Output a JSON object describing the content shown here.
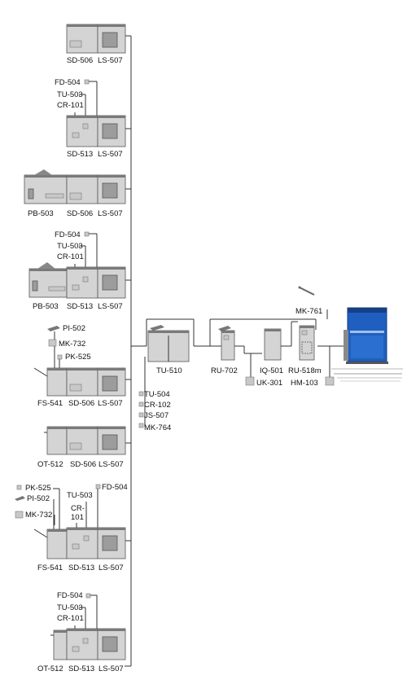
{
  "colors": {
    "printer_body": "#1f5fbf",
    "printer_dark": "#163f86",
    "line": "#333333",
    "unit_gray": "#d4d4d4"
  },
  "left_configurations": [
    {
      "labels": [
        "SD-506",
        "LS-507"
      ],
      "callouts": []
    },
    {
      "labels": [
        "SD-513",
        "LS-507"
      ],
      "callouts": [
        "FD-504",
        "TU-503",
        "CR-101"
      ]
    },
    {
      "labels": [
        "PB-503",
        "SD-506",
        "LS-507"
      ],
      "callouts": []
    },
    {
      "labels": [
        "PB-503",
        "SD-513",
        "LS-507"
      ],
      "callouts": [
        "FD-504",
        "TU-503",
        "CR-101"
      ]
    },
    {
      "labels": [
        "FS-541",
        "SD-506",
        "LS-507"
      ],
      "callouts": [
        "PI-502",
        "MK-732",
        "PK-525"
      ]
    },
    {
      "labels": [
        "OT-512",
        "SD-506",
        "LS-507"
      ],
      "callouts": []
    },
    {
      "labels": [
        "FS-541",
        "SD-513",
        "LS-507"
      ],
      "callouts": [
        "PK-525",
        "PI-502",
        "MK-732",
        "TU-503",
        "CR-",
        "101",
        "FD-504"
      ]
    },
    {
      "labels": [
        "OT-512",
        "SD-513",
        "LS-507"
      ],
      "callouts": [
        "FD-504",
        "TU-503",
        "CR-101"
      ]
    }
  ],
  "main_chain": {
    "tu510": "TU-510",
    "tu510_options": [
      "TU-504",
      "CR-102",
      "JS-507",
      "MK-764"
    ],
    "ru702": "RU-702",
    "iq501": "IQ-501",
    "ru518m": "RU-518m",
    "mk761": "MK-761",
    "uk301": "UK-301",
    "hm103": "HM-103"
  }
}
